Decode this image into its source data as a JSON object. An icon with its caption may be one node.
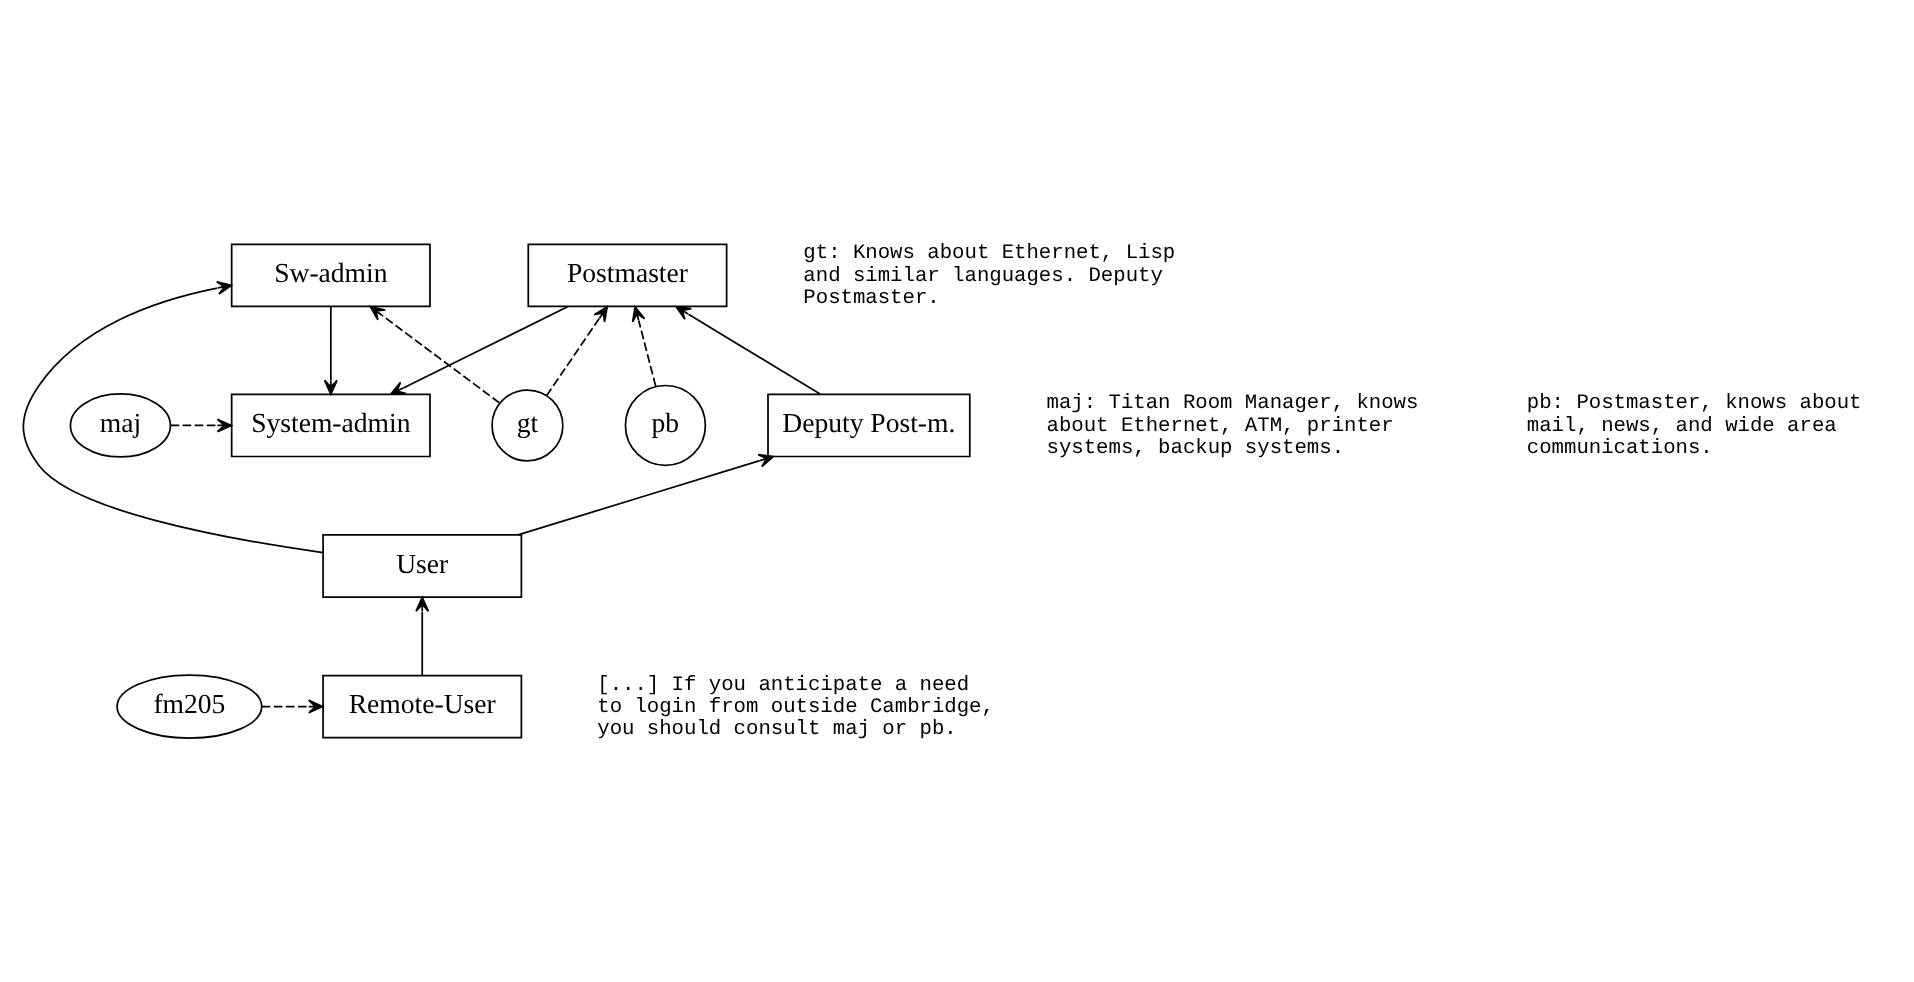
{
  "diagram": {
    "nodes": [
      {
        "text": [
          "maj"
        ]
      },
      {
        "text": [
          "System-admin"
        ]
      },
      {
        "text": [
          "pb"
        ]
      },
      {
        "text": [
          "Sw-admin"
        ]
      },
      {
        "text": [
          "Postmaster"
        ]
      },
      {
        "text": [
          "Deputy Post-m."
        ]
      },
      {
        "text": [
          "gt"
        ]
      },
      {
        "text": [
          "User"
        ]
      },
      {
        "text": [
          "fm205"
        ]
      },
      {
        "text": [
          "Remote-User"
        ]
      }
    ],
    "edges": [
      {
        "from": 0,
        "to": 1,
        "arrow": "to",
        "style": "dashed"
      },
      {
        "from": 3,
        "to": 1,
        "arrow": "to"
      },
      {
        "from": 4,
        "to": 1,
        "arrow": "to"
      },
      {
        "from": 2,
        "to": 4,
        "arrow": "to",
        "style": "dashed"
      },
      {
        "from": 6,
        "to": 3,
        "arrow": "to",
        "style": "dashed"
      },
      {
        "from": 6,
        "to": 4,
        "arrow": "to",
        "style": "dashed"
      },
      {
        "from": 5,
        "to": 4,
        "arrow": "to"
      },
      {
        "from": 7,
        "to": 3,
        "arrow": "to"
      },
      {
        "from": 7,
        "to": 5,
        "arrow": "to"
      },
      {
        "from": 9,
        "to": 7,
        "arrow": "to"
      },
      {
        "from": 8,
        "to": 9,
        "arrow": "to",
        "style": "dashed"
      }
    ],
    "labels": [
      "maj: Titan Room Manager, knows about Ethernet, ATM, printer systems, backup systems.",
      "gt: Knows about Ethernet, Lisp and similar languages. Deputy Postmaster.",
      "pb: Postmaster, knows about mail, news, and wide area communications.",
      "[...] If you anticipate a need to login from outside Cambridge, you should consult maj or pb."
    ]
  }
}
